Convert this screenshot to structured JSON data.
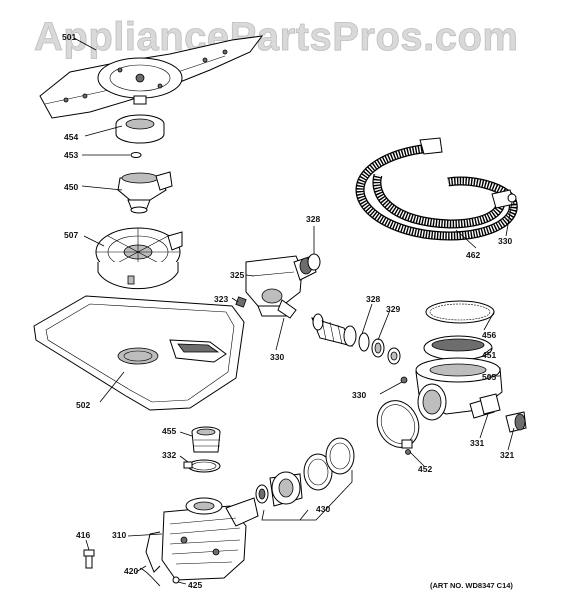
{
  "watermark": "AppliancePartsPros.com",
  "art_number": "(ART NO. WD8347 C14)",
  "callouts": {
    "c501": "501",
    "c454": "454",
    "c453": "453",
    "c450": "450",
    "c507": "507",
    "c502": "502",
    "c328a": "328",
    "c325": "325",
    "c323": "323",
    "c330a": "330",
    "c328b": "328",
    "c329": "329",
    "c462": "462",
    "c330b": "330",
    "c456": "456",
    "c451": "451",
    "c505": "505",
    "c330c": "330",
    "c331": "331",
    "c321": "321",
    "c452": "452",
    "c455": "455",
    "c332": "332",
    "c430": "430",
    "c416": "416",
    "c310": "310",
    "c420": "420",
    "c425": "425"
  }
}
